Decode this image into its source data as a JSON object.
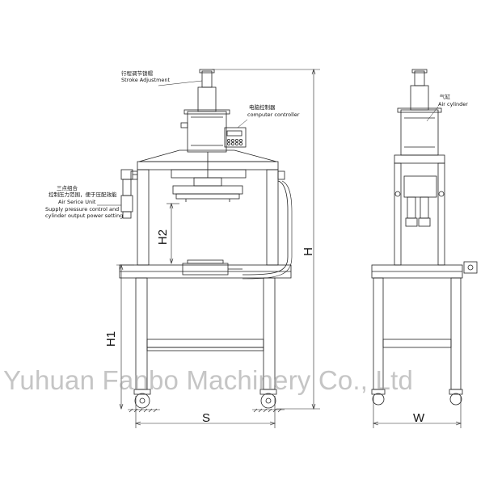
{
  "labels": {
    "stroke_cn": "行程调节锁帽",
    "stroke_en": "Stroke Adjustment",
    "controller_cn": "电脑控制器",
    "controller_en": "computer controller",
    "air_unit_cn": "三点组合",
    "air_unit_cn2": "控制压力范围，便于压配效能",
    "air_unit_en1": "Air Serice Unit",
    "air_unit_en2": "Supply pressure control and",
    "air_unit_en3": "cylinder output power setting",
    "cylinder_cn": "气缸",
    "cylinder_en": "Air cylinder"
  },
  "dimensions": {
    "h": "H",
    "h1": "H1",
    "h2": "H2",
    "s": "S",
    "w": "W"
  },
  "watermark": "Yuhuan Fanbo Machinery Co., Ltd",
  "colors": {
    "line": "#222222",
    "text": "#111111",
    "watermark": "#969696"
  }
}
